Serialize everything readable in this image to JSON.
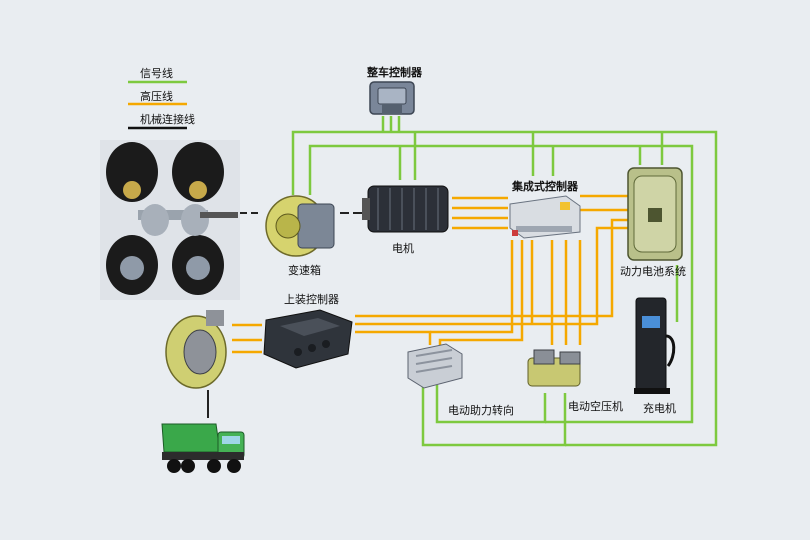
{
  "legend": {
    "signal_line": "信号线",
    "hv_line": "高压线",
    "mech_line": "机械连接线"
  },
  "labels": {
    "vcu": "整车控制器",
    "integrated_controller": "集成式控制器",
    "gearbox": "变速箱",
    "motor": "电机",
    "battery": "动力电池系统",
    "upper_controller": "上装控制器",
    "eps": "电动助力转向",
    "air_compressor": "电动空压机",
    "charger": "充电机"
  },
  "colors": {
    "signal": "#7dc93f",
    "high_voltage": "#f5a800",
    "mechanical": "#111111",
    "background": "#e9edf1"
  }
}
